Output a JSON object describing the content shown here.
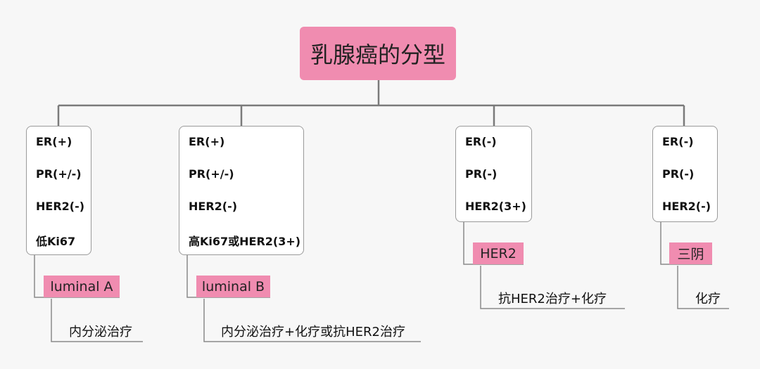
{
  "root": {
    "title": "乳腺癌的分型"
  },
  "subtypes": [
    {
      "attrs": [
        "ER(+)",
        "PR(+/-)",
        "HER2(-)",
        "低Ki67"
      ],
      "name": "luminal A",
      "treatment": "内分泌治疗"
    },
    {
      "attrs": [
        "ER(+)",
        "PR(+/-)",
        "HER2(-)",
        "高Ki67或HER2(3+)"
      ],
      "name": "luminal B",
      "treatment": "内分泌治疗+化疗或抗HER2治疗"
    },
    {
      "attrs": [
        "ER(-)",
        "PR(-)",
        "HER2(3+)"
      ],
      "name": "HER2",
      "treatment": "抗HER2治疗+化疗"
    },
    {
      "attrs": [
        "ER(-)",
        "PR(-)",
        "HER2(-)"
      ],
      "name": "三阴",
      "treatment": "化疗"
    }
  ],
  "colors": {
    "accent": "#f08cb0",
    "line": "#7a7a7a",
    "card_border": "#9a9a9a"
  }
}
